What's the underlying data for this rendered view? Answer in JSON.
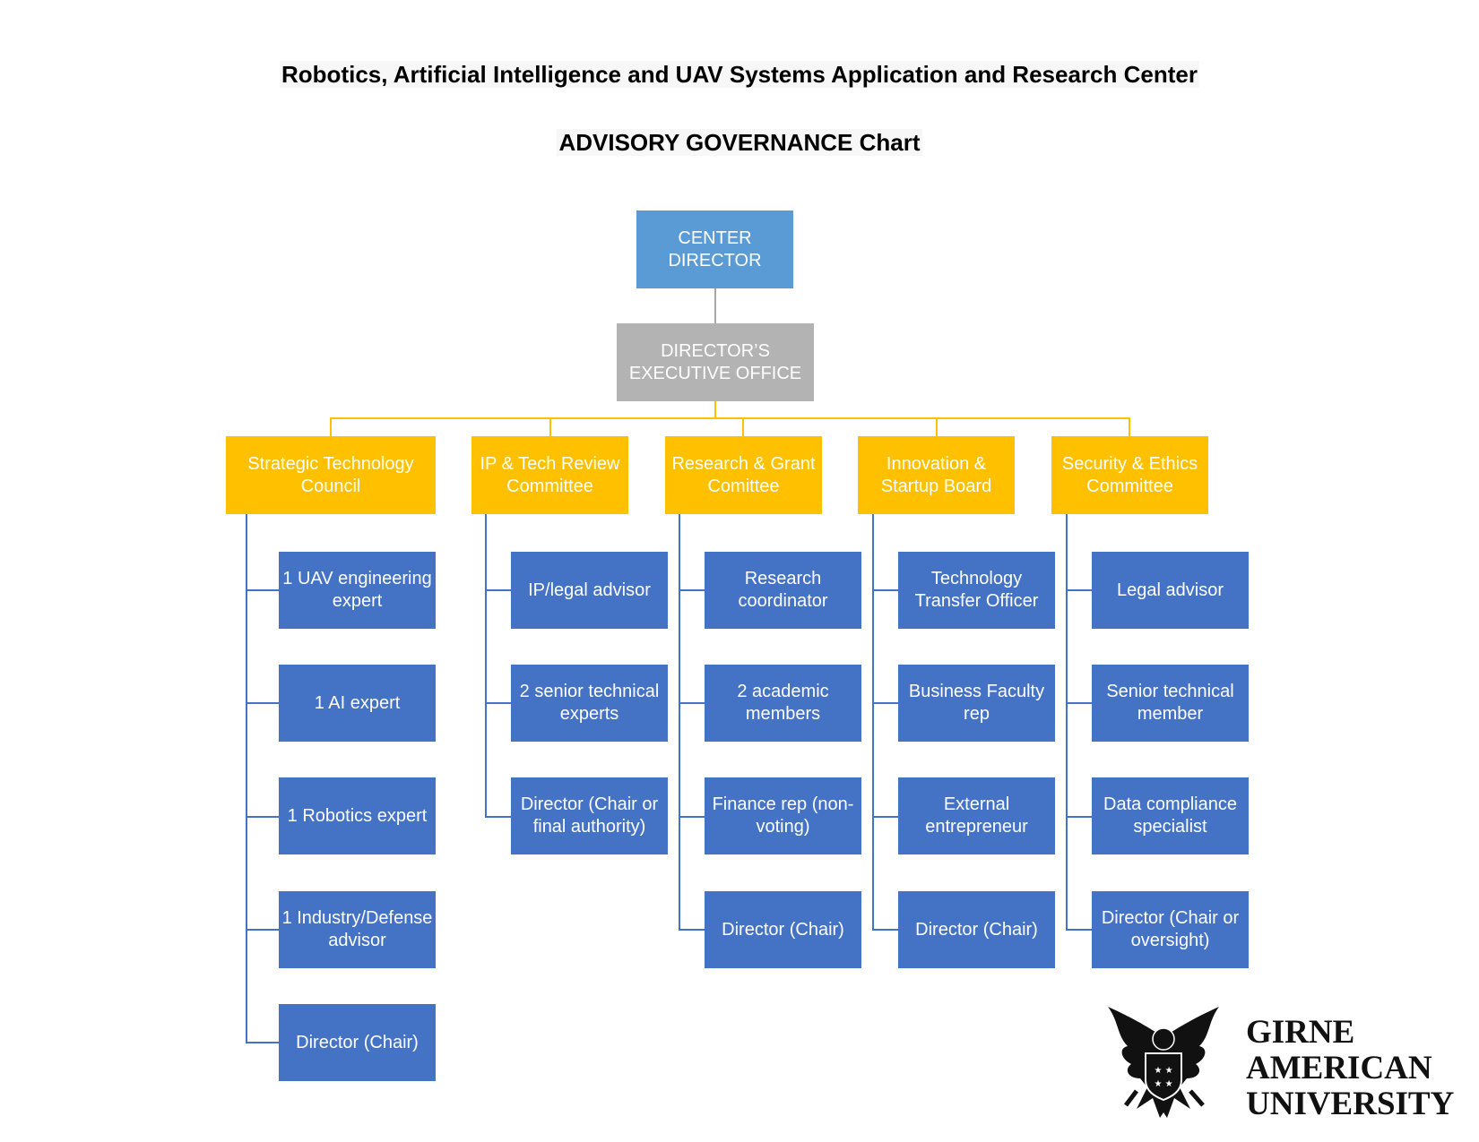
{
  "header": {
    "title": "Robotics, Artificial Intelligence and UAV Systems Application and Research Center",
    "subtitle": "ADVISORY GOVERNANCE Chart"
  },
  "top": {
    "director": "CENTER DIRECTOR",
    "executive_office": "DIRECTOR’S EXECUTIVE OFFICE"
  },
  "committees": [
    {
      "name": "Strategic Technology Council",
      "members": [
        "1 UAV engineering expert",
        "1 AI expert",
        "1 Robotics expert",
        "1 Industry/Defense advisor",
        "Director (Chair)"
      ]
    },
    {
      "name": "IP & Tech Review Committee",
      "members": [
        "IP/legal advisor",
        "2 senior technical experts",
        "Director (Chair or final authority)"
      ]
    },
    {
      "name": "Research & Grant Comittee",
      "members": [
        "Research coordinator",
        "2 academic members",
        "Finance rep (non-voting)",
        "Director (Chair)"
      ]
    },
    {
      "name": "Innovation & Startup Board",
      "members": [
        "Technology Transfer Officer",
        "Business Faculty rep",
        "External entrepreneur",
        "Director (Chair)"
      ]
    },
    {
      "name": "Security & Ethics Committee",
      "members": [
        "Legal advisor",
        "Senior technical member",
        "Data compliance specialist",
        "Director (Chair or oversight)"
      ]
    }
  ],
  "logo": {
    "line1": "GIRNE",
    "line2": "AMERICAN",
    "line3": "UNIVERSITY"
  },
  "colors": {
    "director": "#5b9bd5",
    "executive": "#b3b3b3",
    "committee": "#ffc000",
    "member": "#4472c4"
  }
}
